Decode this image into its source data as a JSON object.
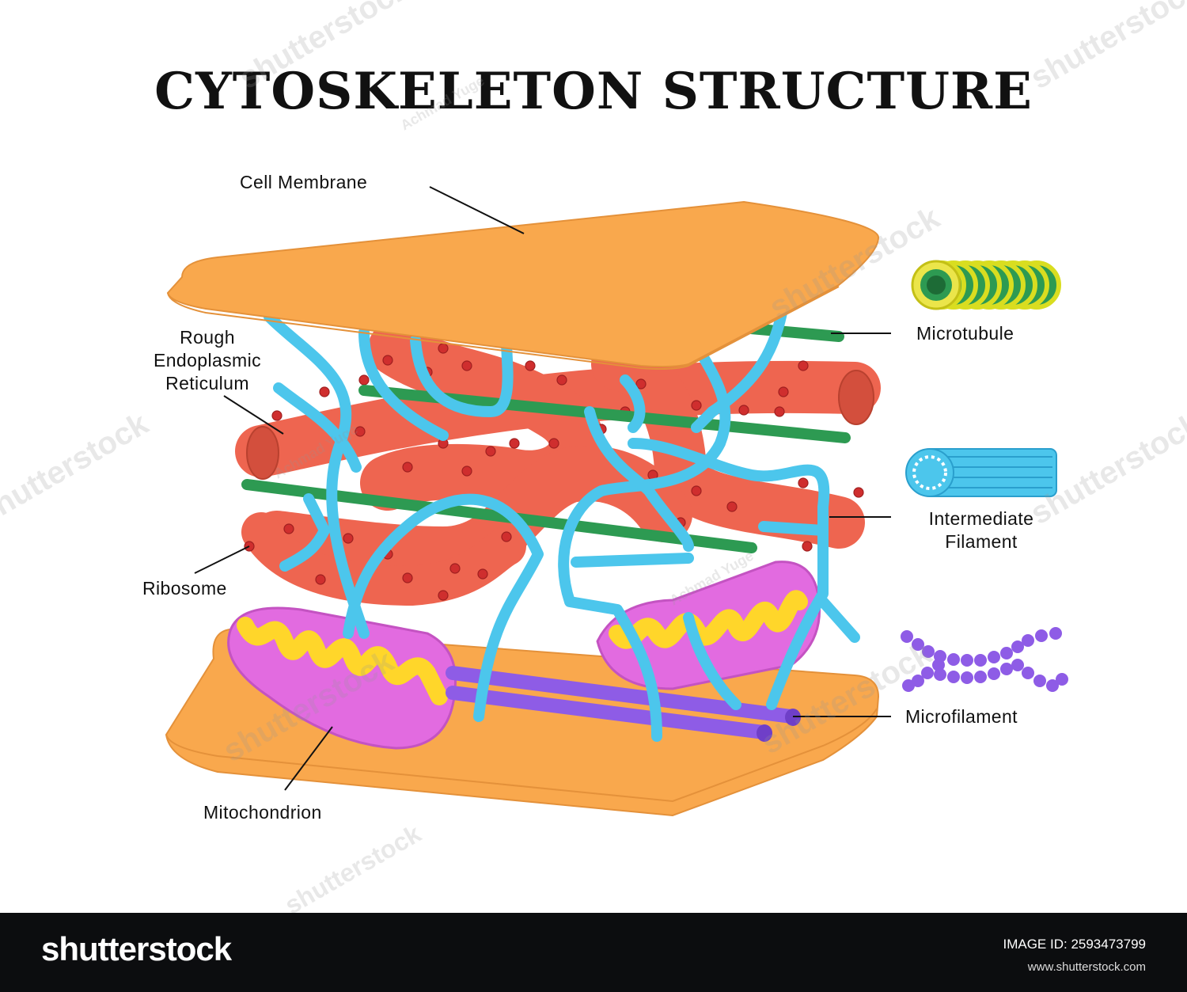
{
  "title": "CYTOSKELETON STRUCTURE",
  "labels": {
    "cell_membrane": "Cell Membrane",
    "rough_er": [
      "Rough",
      "Endoplasmic",
      "Reticulum"
    ],
    "ribosome": "Ribosome",
    "mitochondrion": "Mitochondrion",
    "microtubule": "Microtubule",
    "intermediate_filament": [
      "Intermediate",
      "Filament"
    ],
    "microfilament": "Microfilament"
  },
  "watermark": {
    "brand": "shutterstock",
    "author": "Achmad Yuge"
  },
  "footer": {
    "logo": "shutterstock",
    "image_id": "IMAGE ID: 2593473799",
    "url": "www.shutterstock.com"
  },
  "colors": {
    "membrane": "#f9a84d",
    "er": "#ee6550",
    "ribosome": "#cf2e2e",
    "intermediate_filament": "#4cc6ec",
    "microtubule": "#2d9a52",
    "microfilament": "#8e5ce6",
    "mitochondrion": "#e26be0",
    "cristae": "#ffd62a"
  }
}
